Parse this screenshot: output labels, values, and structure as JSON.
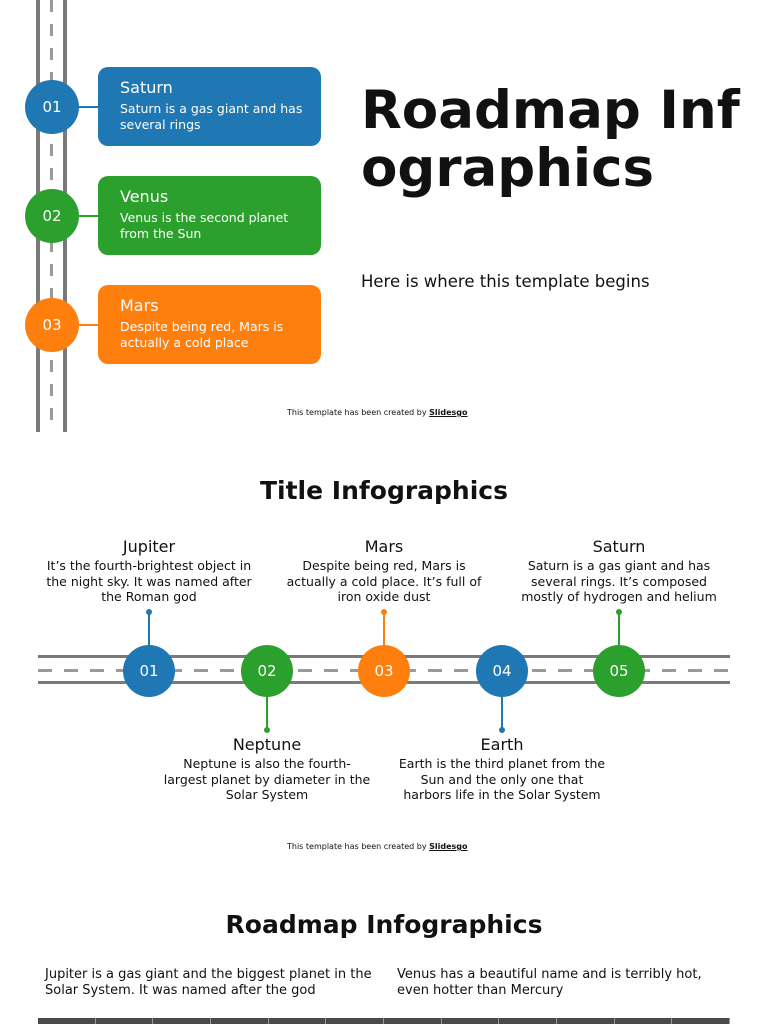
{
  "colors": {
    "blue": "#1f77b4",
    "green": "#2ca02c",
    "orange": "#ff7f0e",
    "road": "#7a7a7a"
  },
  "slide1": {
    "items": [
      {
        "num": "01",
        "title": "Saturn",
        "desc": "Saturn is a gas giant and has several rings"
      },
      {
        "num": "02",
        "title": "Venus",
        "desc": "Venus is the second planet from the Sun"
      },
      {
        "num": "03",
        "title": "Mars",
        "desc": "Despite being red, Mars is actually a cold place"
      }
    ],
    "title": "Roadmap Infographics",
    "subtitle": "Here is where this template begins",
    "credit_prefix": "This template has been created by",
    "credit_link": "Slidesgo"
  },
  "slide2": {
    "title": "Title Infographics",
    "items": [
      {
        "num": "01",
        "title": "Jupiter",
        "desc": "It’s the fourth-brightest object in the night sky. It was named after the Roman god"
      },
      {
        "num": "02",
        "title": "Neptune",
        "desc": "Neptune is also the fourth-largest planet by diameter in the Solar System"
      },
      {
        "num": "03",
        "title": "Mars",
        "desc": "Despite being red, Mars is actually a cold place. It’s full of iron oxide dust"
      },
      {
        "num": "04",
        "title": "Earth",
        "desc": "Earth is the third planet from the Sun and the only one that harbors life in the Solar System"
      },
      {
        "num": "05",
        "title": "Saturn",
        "desc": "Saturn is a gas giant and has several rings. It’s composed mostly of hydrogen and helium"
      }
    ],
    "credit_prefix": "This template has been created by",
    "credit_link": "Slidesgo"
  },
  "slide3": {
    "title": "Roadmap Infographics",
    "left_text": "Jupiter is a gas giant and the biggest planet in the Solar System. It was named after the god",
    "right_text": "Venus has a beautiful name and is terribly hot, even hotter than Mercury"
  }
}
